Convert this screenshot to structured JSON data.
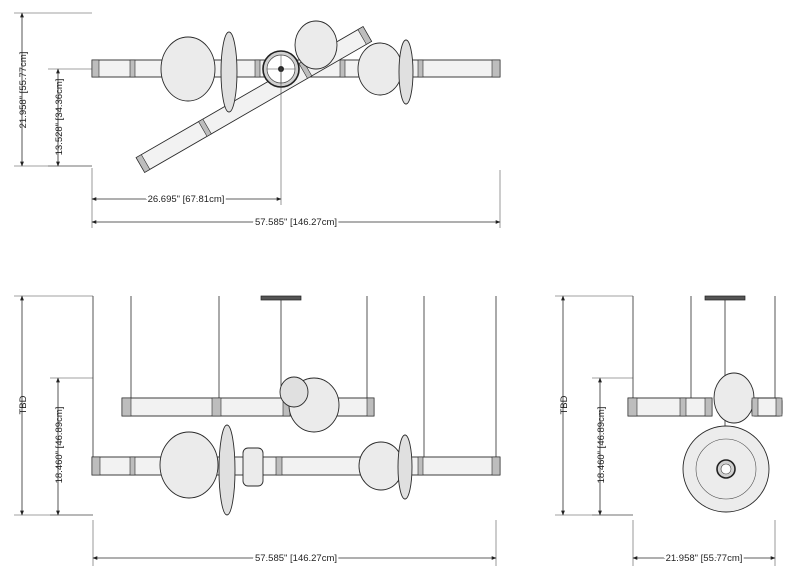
{
  "dimensions": {
    "plan_overall_height": "21.958\" [55.77cm]",
    "plan_inner_height": "13.528\" [34.36cm]",
    "plan_offset_width": "26.695\" [67.81cm]",
    "plan_overall_width": "57.585\" [146.27cm]",
    "front_height": "TBD",
    "front_body_height": "18.460\" [46.89cm]",
    "front_width": "57.585\" [146.27cm]",
    "side_height": "TBD",
    "side_body_height": "18.460\" [46.89cm]",
    "side_width": "21.958\" [55.77cm]"
  }
}
